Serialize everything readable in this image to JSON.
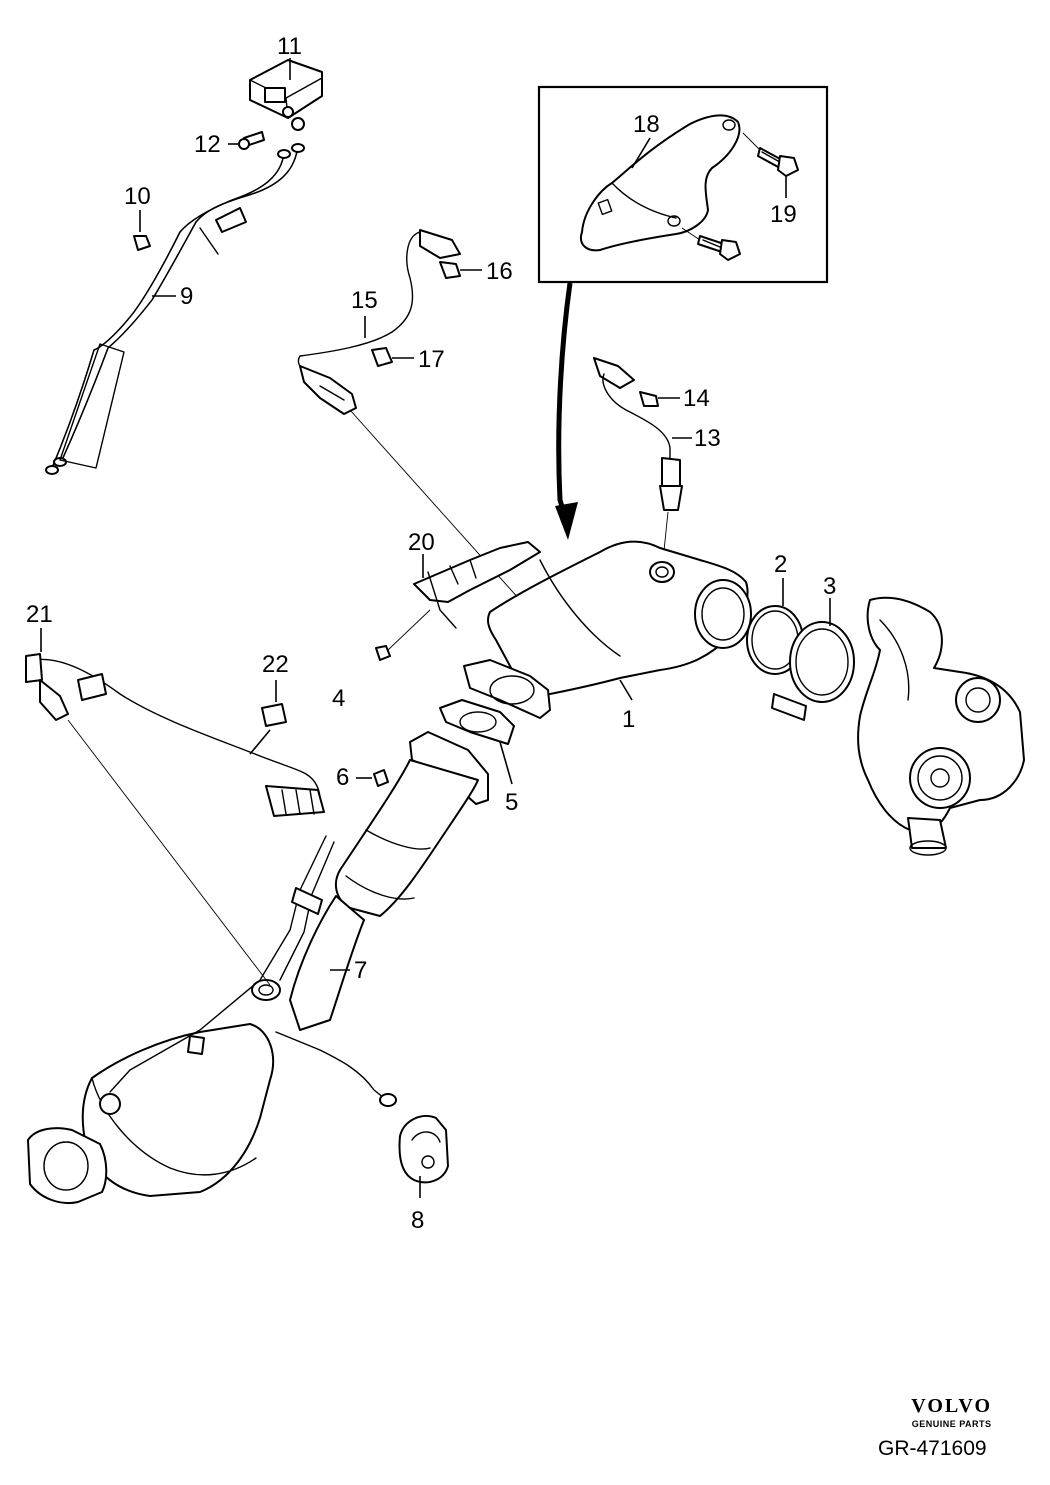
{
  "callouts": [
    "1",
    "2",
    "3",
    "4",
    "5",
    "6",
    "7",
    "8",
    "9",
    "10",
    "11",
    "12",
    "13",
    "14",
    "15",
    "16",
    "17",
    "18",
    "19",
    "20",
    "21",
    "22"
  ],
  "brand": {
    "logo": "VOLVO",
    "tagline": "GENUINE PARTS"
  },
  "reference_code": "GR-471609"
}
